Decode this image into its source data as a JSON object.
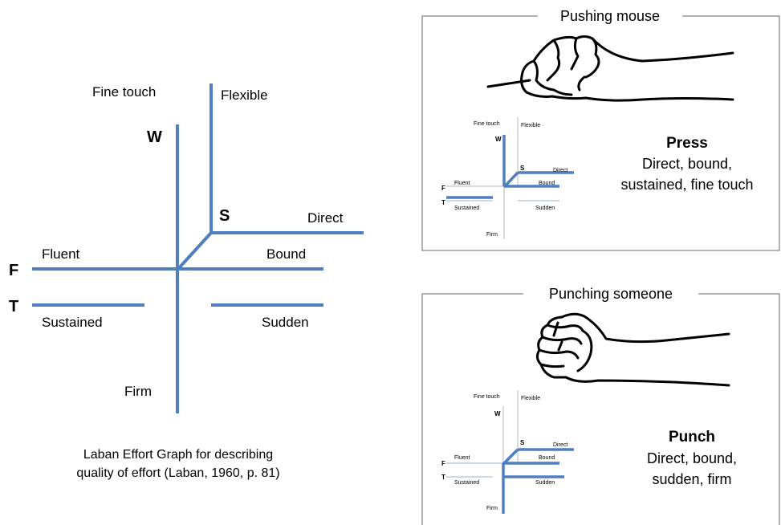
{
  "main_graph": {
    "labels": {
      "fine_touch": "Fine touch",
      "flexible": "Flexible",
      "w": "W",
      "s": "S",
      "direct": "Direct",
      "fluent": "Fluent",
      "bound": "Bound",
      "f": "F",
      "t": "T",
      "sustained": "Sustained",
      "sudden": "Sudden",
      "firm": "Firm"
    },
    "caption_line1": "Laban Effort Graph for describing",
    "caption_line2": "quality of effort (Laban, 1960, p. 81)"
  },
  "panels": [
    {
      "title": "Pushing mouse",
      "action": "Press",
      "desc_line1": "Direct, bound,",
      "desc_line2": "sustained, fine touch",
      "mini": {
        "fine_touch": "Fine touch",
        "flexible": "Flexible",
        "w": "W",
        "s": "S",
        "direct": "Direct",
        "fluent": "Fluent",
        "bound": "Bound",
        "f": "F",
        "t": "T",
        "sustained": "Sustained",
        "sudden": "Sudden",
        "firm": "Firm"
      }
    },
    {
      "title": "Punching someone",
      "action": "Punch",
      "desc_line1": "Direct, bound,",
      "desc_line2": "sudden, firm",
      "mini": {
        "fine_touch": "Fine touch",
        "flexible": "Flexible",
        "w": "W",
        "s": "S",
        "direct": "Direct",
        "fluent": "Fluent",
        "bound": "Bound",
        "f": "F",
        "t": "T",
        "sustained": "Sustained",
        "sudden": "Sudden",
        "firm": "Firm"
      }
    }
  ],
  "colors": {
    "axis": "#4f7fbf",
    "axis_light": "#aac0dd",
    "frame": "#666666"
  },
  "icons": [
    "hand-on-mouse-illustration",
    "fist-illustration"
  ]
}
